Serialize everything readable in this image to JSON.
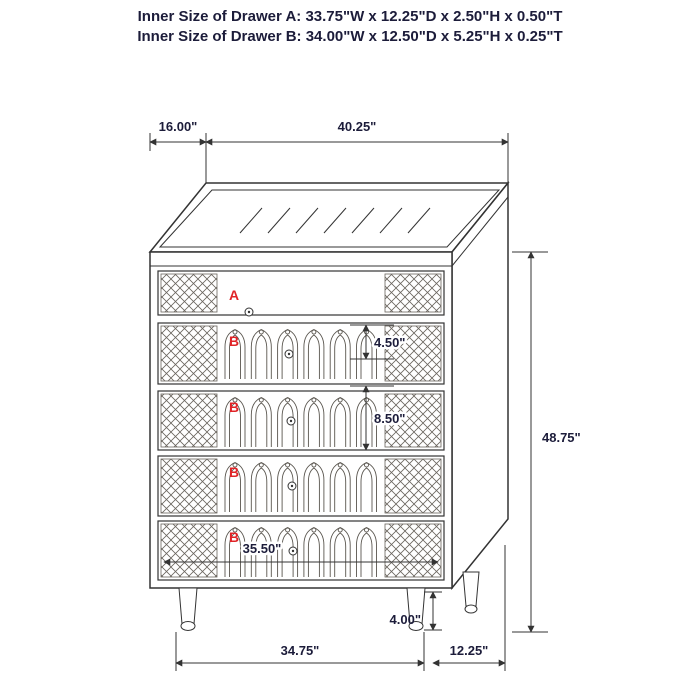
{
  "title": {
    "line1": "Inner Size of Drawer A: 33.75\"W x 12.25\"D x 2.50\"H x 0.50\"T",
    "line2": "Inner Size of Drawer B: 34.00\"W x 12.50\"D x 5.25\"H x 0.25\"T"
  },
  "diagram": {
    "drawer_labels": {
      "a": "A",
      "b1": "B",
      "b2": "B",
      "b3": "B",
      "b4": "B"
    },
    "dimensions": {
      "top_depth": "16.00\"",
      "overall_width": "40.25\"",
      "overall_height": "48.75\"",
      "drawer_a_height": "4.50\"",
      "drawer_b_height": "8.50\"",
      "inner_width": "35.50\"",
      "leg_height": "4.00\"",
      "base_width": "34.75\"",
      "base_depth": "12.25\""
    },
    "colors": {
      "text": "#1c1c3a",
      "accent_red": "#e02427",
      "line": "#333333"
    }
  }
}
